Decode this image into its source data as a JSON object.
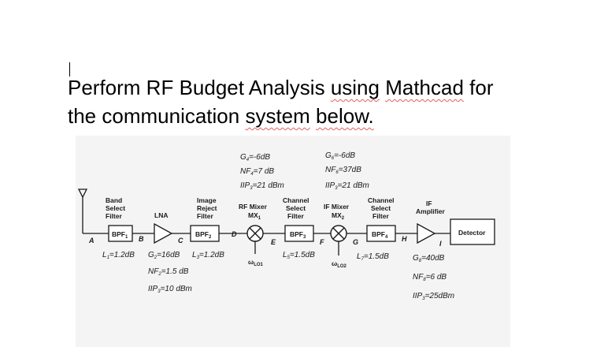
{
  "question": {
    "line1": {
      "t1": "Perform RF Budget Analysis ",
      "t2": "using",
      "t3": " ",
      "t4": "Mathcad",
      "t5": " for"
    },
    "line2": {
      "t1": "the communication ",
      "t2": "system",
      "t3": " ",
      "t4": "below."
    }
  },
  "diagram": {
    "labels": {
      "band_select": [
        "Band",
        "Select",
        "Filter"
      ],
      "lna": "LNA",
      "image_reject": [
        "Image",
        "Reject",
        "Filter"
      ],
      "rf_mixer": [
        "RF Mixer",
        "MX",
        "1"
      ],
      "channel_select_1": [
        "Channel",
        "Select",
        "Filter"
      ],
      "if_mixer": [
        "IF Mixer",
        "MX",
        "2"
      ],
      "channel_select_2": [
        "Channel",
        "Select",
        "Filter"
      ],
      "if_amplifier": [
        "IF",
        "Amplifier"
      ]
    },
    "blocks": {
      "bpf1": [
        "BPF",
        "1"
      ],
      "bpf2": [
        "BPF",
        "2"
      ],
      "bpf3": [
        "BPF",
        "3"
      ],
      "bpf4": [
        "BPF",
        "4"
      ],
      "detector": "Detector"
    },
    "nodes": [
      "A",
      "B",
      "C",
      "D",
      "E",
      "F",
      "G",
      "H",
      "I"
    ],
    "lo": {
      "lo1": [
        "ω",
        "LO1"
      ],
      "lo2": [
        "ω",
        "LO2"
      ]
    },
    "params": {
      "rf_mixer": [
        [
          "G",
          "4",
          "=-6dB"
        ],
        [
          "NF",
          "4",
          "=7 dB"
        ],
        [
          "IIP",
          "3",
          "=21 dBm"
        ]
      ],
      "if_mixer": [
        [
          "G",
          "6",
          "=-6dB"
        ],
        [
          "NF",
          "6",
          "=37dB"
        ],
        [
          "IIP",
          "3",
          "=21 dBm"
        ]
      ],
      "bpf1": [
        "L",
        "1",
        "=1.2dB"
      ],
      "lna": [
        [
          "G",
          "2",
          "=16dB"
        ],
        [
          "NF",
          "2",
          "=1.5 dB"
        ],
        [
          "IIP",
          "3",
          "=10 dBm"
        ]
      ],
      "bpf2": [
        "L",
        "3",
        "=1.2dB"
      ],
      "bpf3": [
        "L",
        "5",
        "=1.5dB"
      ],
      "bpf4": [
        "L",
        "7",
        "=1.5dB"
      ],
      "if_amp": [
        [
          "G",
          "8",
          "=40dB"
        ],
        [
          "NF",
          "8",
          "=6 dB"
        ],
        [
          "IIP",
          "3",
          "=25dBm"
        ]
      ]
    }
  }
}
